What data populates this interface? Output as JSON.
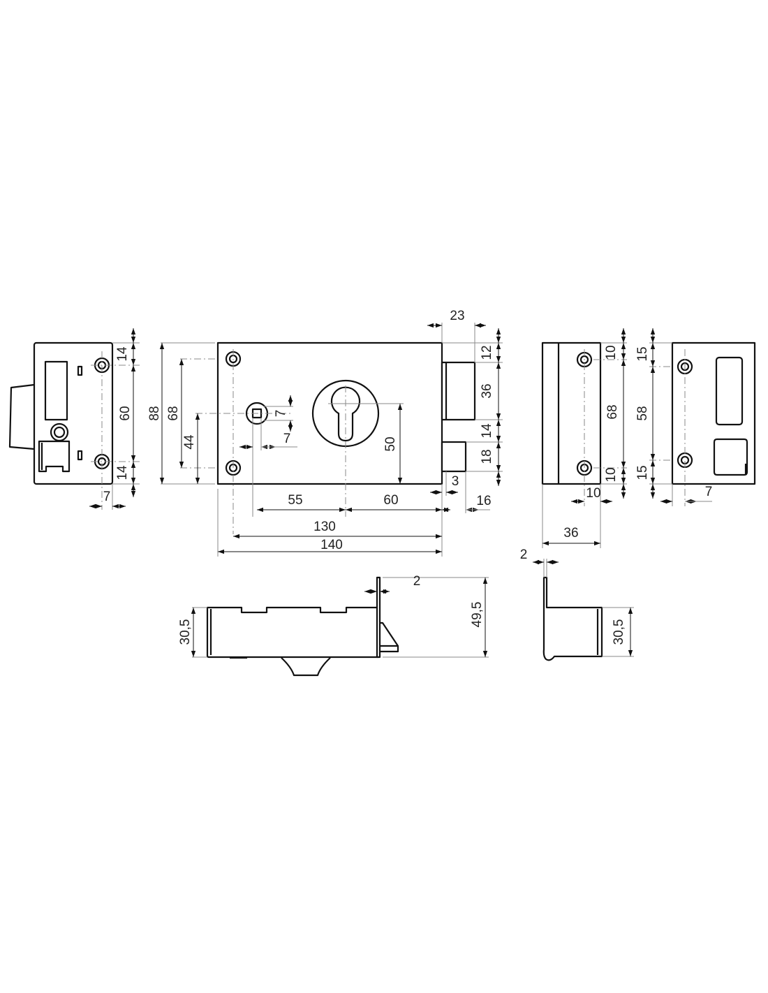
{
  "drawing": {
    "left_view": {
      "top": "14",
      "middle": "60",
      "bottom": "14",
      "offset": "7"
    },
    "front_view": {
      "height": "88",
      "hole_spacing": "68",
      "spindle_height": "44",
      "spindle_square_v": "7",
      "spindle_square_h": "7",
      "cylinder_height": "50",
      "spindle_to_cylinder": "55",
      "cylinder_to_edge": "60",
      "hole_to_edge": "130",
      "width": "140",
      "bolt_projection": "23",
      "bolt_top": "12",
      "bolt_height": "36",
      "bolt_gap": "14",
      "latch_height": "18",
      "latch_offset": "3",
      "latch_projection": "16"
    },
    "strike_view": {
      "top": "10",
      "middle": "68",
      "bottom": "10",
      "offset": "10",
      "depth": "36"
    },
    "keeper_view": {
      "top": "15",
      "middle": "58",
      "bottom": "15",
      "offset": "7"
    },
    "section_view": {
      "height": "30,5",
      "plate_height": "49,5",
      "plate_thickness": "2"
    },
    "strike_section": {
      "thickness": "2",
      "height": "30,5"
    }
  }
}
